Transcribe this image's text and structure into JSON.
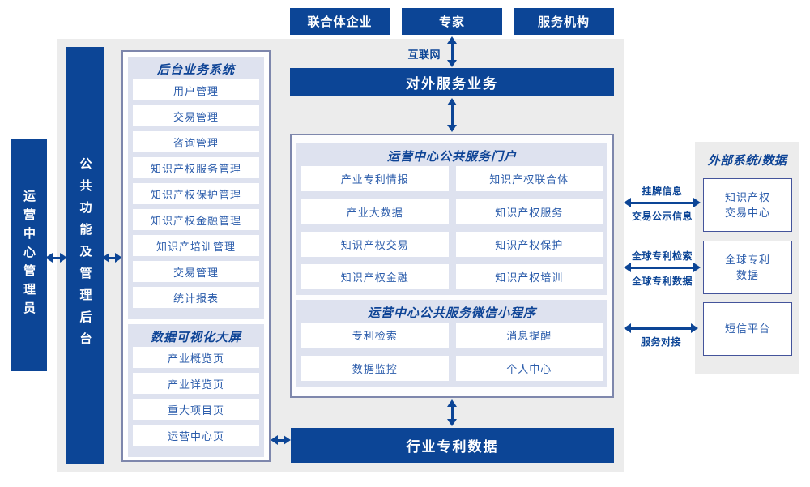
{
  "top_actors": [
    "联合体企业",
    "专家",
    "服务机构"
  ],
  "labels": {
    "internet": "互联网",
    "external_service": "对外服务业务",
    "industry_patent_data": "行业专利数据",
    "operation_admin": "运营中心管理员",
    "public_function_backend": "公共功能及管理后台"
  },
  "backend_system_panel": {
    "title": "后台业务系统",
    "items": [
      "用户管理",
      "交易管理",
      "咨询管理",
      "知识产权服务管理",
      "知识产权保护管理",
      "知识产权金融管理",
      "知识产培训管理",
      "交易管理",
      "统计报表"
    ]
  },
  "data_visualization_panel": {
    "title": "数据可视化大屏",
    "items": [
      "产业概览页",
      "产业详览页",
      "重大项目页",
      "运营中心页"
    ]
  },
  "portal_panel": {
    "title": "运营中心公共服务门户",
    "items": [
      "产业专利情报",
      "知识产权联合体",
      "产业大数据",
      "知识产权服务",
      "知识产权交易",
      "知识产权保护",
      "知识产权金融",
      "知识产权培训"
    ]
  },
  "miniprogram_panel": {
    "title": "运营中心公共服务微信小程序",
    "items": [
      "专利检索",
      "消息提醒",
      "数据监控",
      "个人中心"
    ]
  },
  "external_panel": {
    "title": "外部系统/数据",
    "boxes": [
      "知识产权\n交易中心",
      "全球专利\n数据",
      "短信平台"
    ]
  },
  "link_labels": {
    "listing_info": "挂牌信息",
    "trade_publicity_info": "交易公示信息",
    "global_patent_search": "全球专利检索",
    "global_patent_data": "全球专利数据",
    "service_connection": "服务对接"
  },
  "colors": {
    "primary_blue": "#0c4596",
    "panel_lavender": "#dee2ef",
    "background_gray": "#ececec",
    "panel_border": "#7e87ac"
  }
}
